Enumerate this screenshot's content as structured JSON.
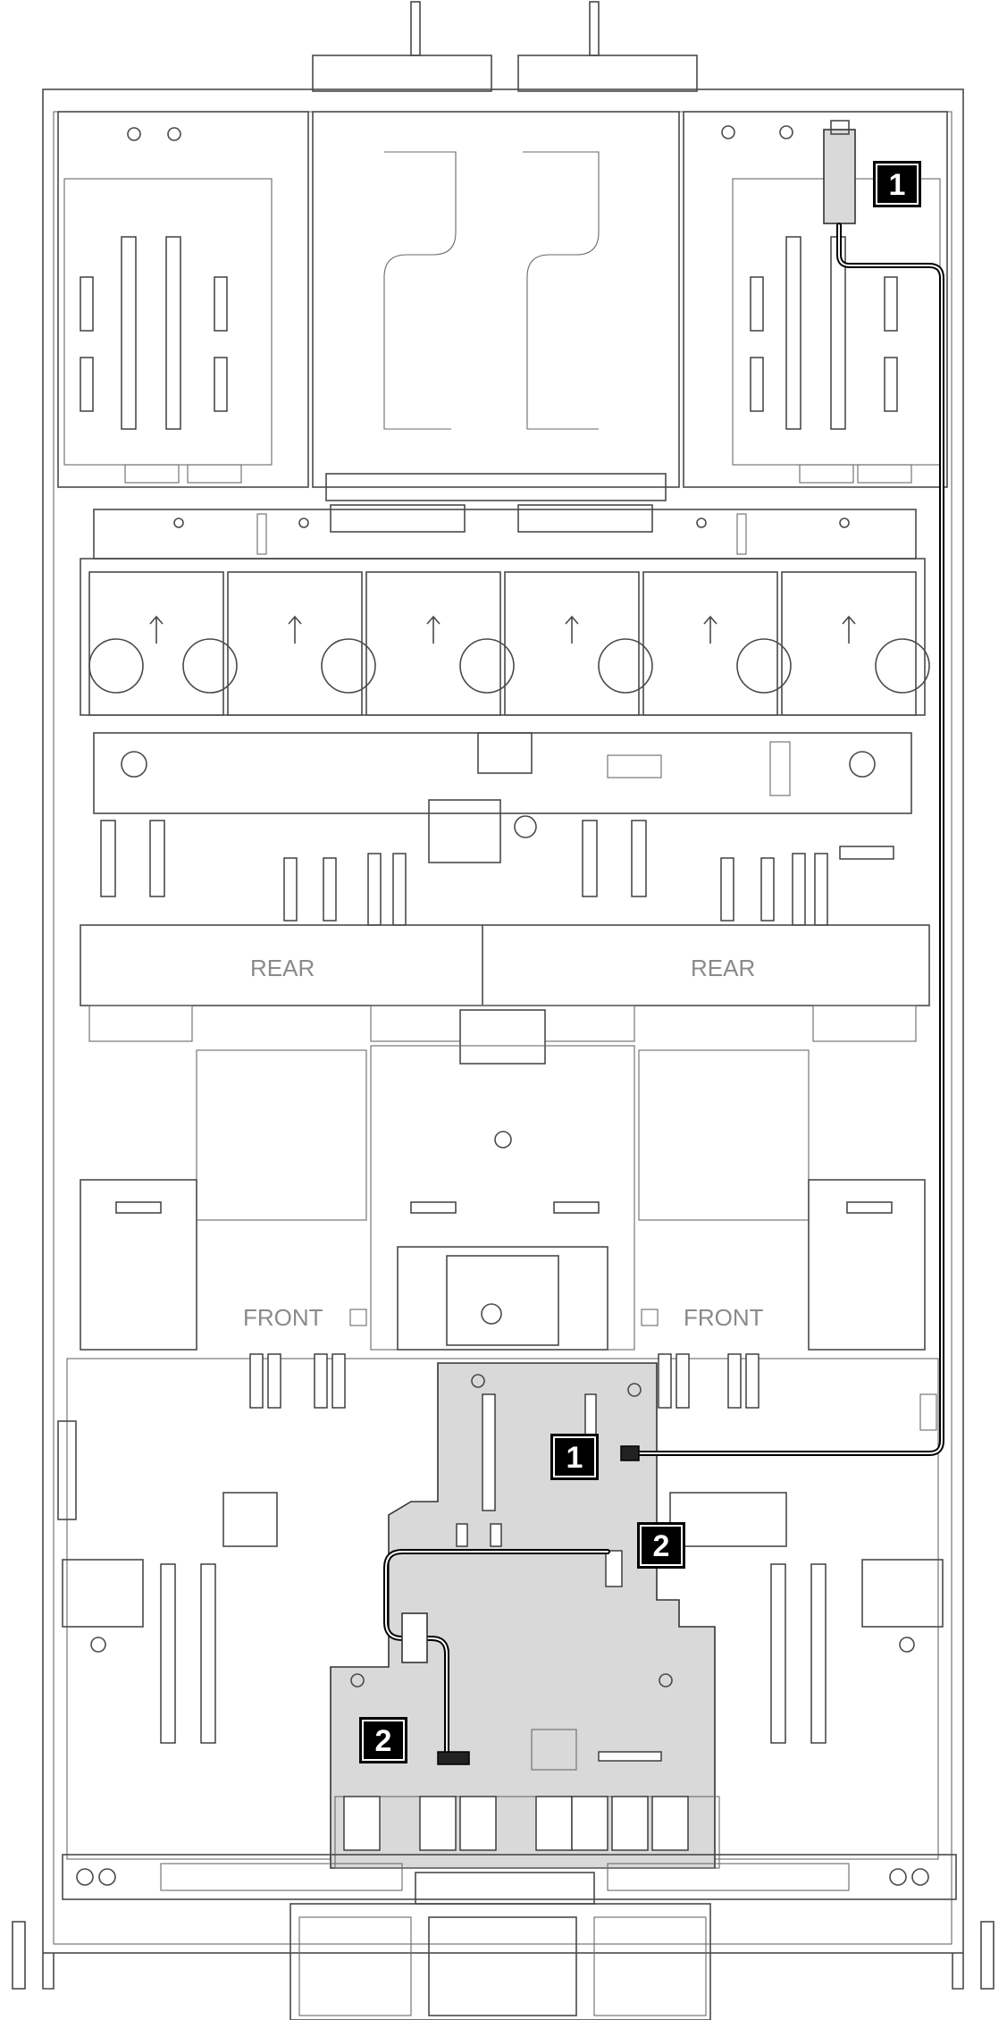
{
  "labels": {
    "rear_left": "REAR",
    "rear_right": "REAR",
    "front_left": "FRONT",
    "front_right": "FRONT"
  },
  "callouts": {
    "c1_top": "1",
    "c1_board": "1",
    "c2_right": "2",
    "c2_left": "2"
  },
  "colors": {
    "cable": "#000000",
    "board_fill": "#d9d9d9",
    "outline": "#4a4a4a",
    "callout_bg": "#000000"
  }
}
